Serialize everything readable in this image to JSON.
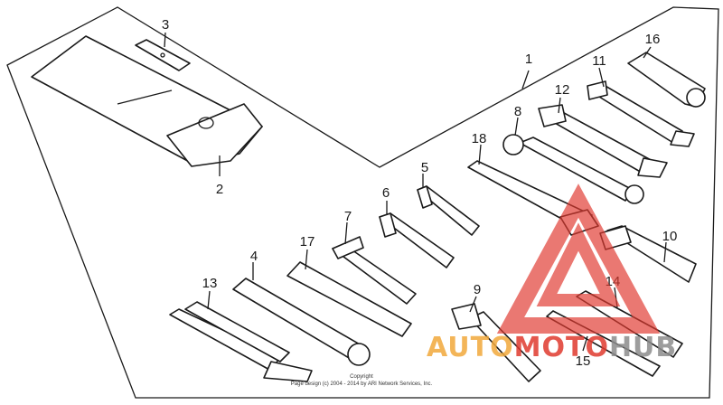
{
  "callouts": {
    "c1": "1",
    "c2": "2",
    "c3": "3",
    "c4": "4",
    "c5": "5",
    "c6": "6",
    "c7": "7",
    "c8": "8",
    "c9": "9",
    "c10": "10",
    "c11": "11",
    "c12": "12",
    "c13": "13",
    "c14": "14",
    "c15": "15",
    "c16": "16",
    "c17": "17",
    "c18": "18"
  },
  "copyright": {
    "line1": "Copyright",
    "line2": "Page design (c) 2004 - 2014 by ARI Network Services, Inc."
  },
  "watermark": {
    "part_a": "AUTO",
    "part_b": "MOTO",
    "part_c": "HUB",
    "color_orange": "#f2a93b",
    "color_red": "#e03a2f",
    "color_grey": "#8c8c8c"
  }
}
